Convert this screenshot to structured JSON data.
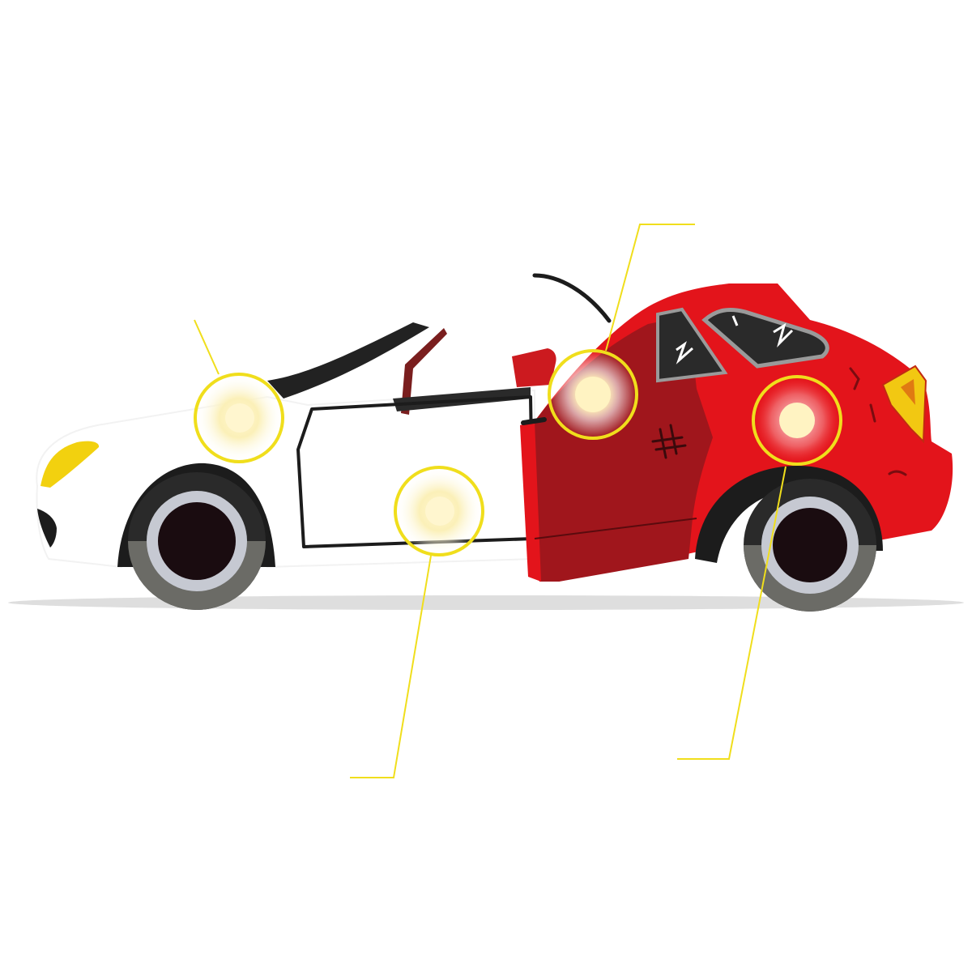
{
  "colors": {
    "background": "#ffffff",
    "car_white": "#ffffff",
    "car_red": "#e3141b",
    "car_red_dark": "#a0161c",
    "outline": "#1c1c1c",
    "tire": "#222222",
    "rim": "#c6c9d2",
    "hub": "#1a0c10",
    "headlight": "#f2d10f",
    "hotspot_ring": "#f0de1c",
    "hotspot_core": "#fff3c2",
    "ground_shadow": "#dedede"
  },
  "hotspots": [
    {
      "id": "hood",
      "state": "normal"
    },
    {
      "id": "door-white",
      "state": "normal"
    },
    {
      "id": "door-red",
      "state": "damaged"
    },
    {
      "id": "rear-quarter",
      "state": "damaged"
    }
  ]
}
